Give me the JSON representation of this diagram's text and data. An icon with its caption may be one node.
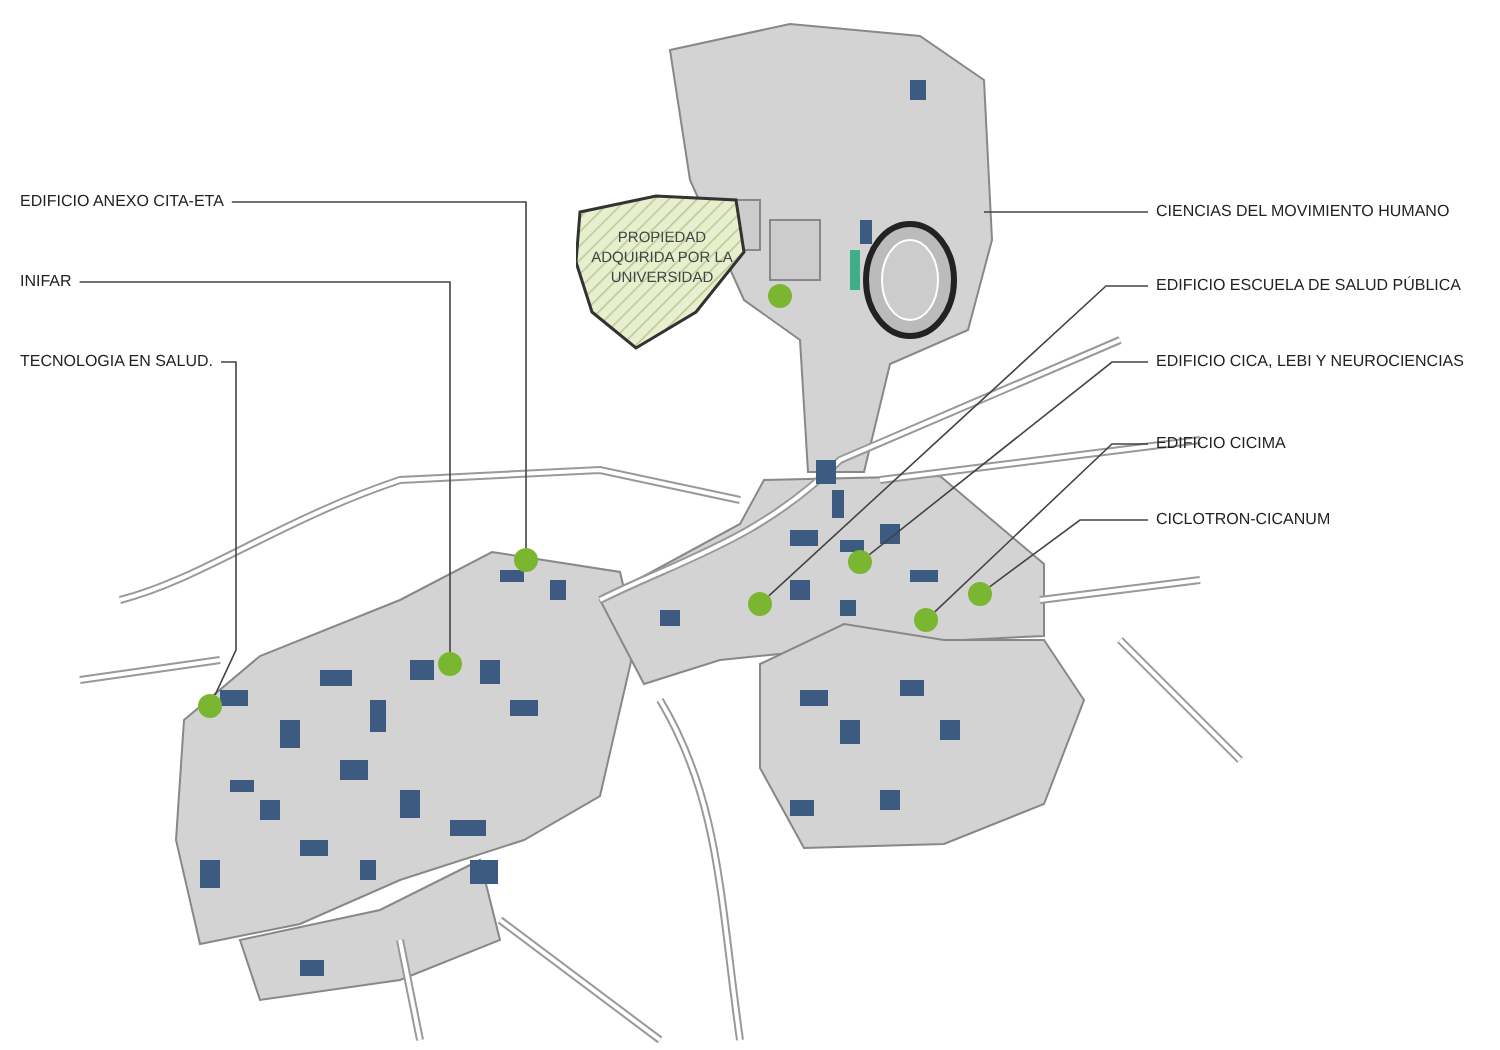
{
  "diagram": {
    "nodes": [
      {
        "text": [
          "EDIFICIO ANEXO CITA-ETA"
        ]
      },
      {
        "text": [
          "INIFAR"
        ]
      },
      {
        "text": [
          "TECNOLOGIA EN SALUD."
        ]
      },
      {
        "text": [
          "PROPIEDAD ADQUIRIDA POR LA UNIVERSIDAD"
        ]
      },
      {
        "text": [
          "CIENCIAS DEL MOVIMIENTO HUMANO"
        ]
      },
      {
        "text": [
          "EDIFICIO ESCUELA DE SALUD PÚBLICA"
        ]
      },
      {
        "text": [
          "EDIFICIO CICA, LEBI Y NEUROCIENCIAS"
        ]
      },
      {
        "text": [
          "EDIFICIO CICIMA"
        ]
      },
      {
        "text": [
          "CICLOTRON-CICANUM"
        ]
      },
      {
        "text": [],
        "shape": "circle"
      },
      {
        "text": [],
        "shape": "circle"
      },
      {
        "text": [],
        "shape": "circle"
      },
      {
        "text": [],
        "shape": "circle"
      },
      {
        "text": [],
        "shape": "circle"
      },
      {
        "text": [],
        "shape": "circle"
      },
      {
        "text": [],
        "shape": "circle"
      },
      {
        "text": [],
        "shape": "circle"
      }
    ],
    "edges": [
      {
        "from": 0,
        "to": 10,
        "arrow": "none"
      },
      {
        "from": 1,
        "to": 15,
        "arrow": "none"
      },
      {
        "from": 2,
        "to": 16,
        "arrow": "none"
      },
      {
        "from": 4,
        "to": null,
        "arrow": "none"
      },
      {
        "from": 5,
        "to": 13,
        "arrow": "none"
      },
      {
        "from": 6,
        "to": 11,
        "arrow": "none"
      },
      {
        "from": 7,
        "to": 14,
        "arrow": "none"
      },
      {
        "from": 8,
        "to": 12,
        "arrow": "none"
      }
    ]
  }
}
